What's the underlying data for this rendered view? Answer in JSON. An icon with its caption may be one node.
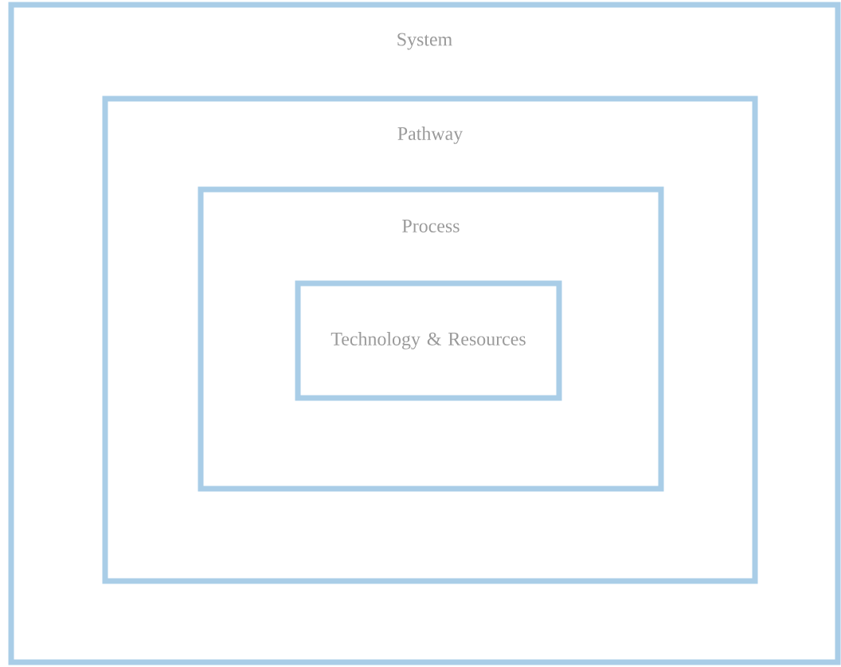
{
  "diagram": {
    "nodes": [
      {
        "text": [
          "System"
        ]
      },
      {
        "text": [
          "Pathway"
        ],
        "in": 0
      },
      {
        "text": [
          "Process"
        ],
        "in": 1
      },
      {
        "text": [
          "Technology & Resources"
        ],
        "in": 2
      }
    ]
  }
}
